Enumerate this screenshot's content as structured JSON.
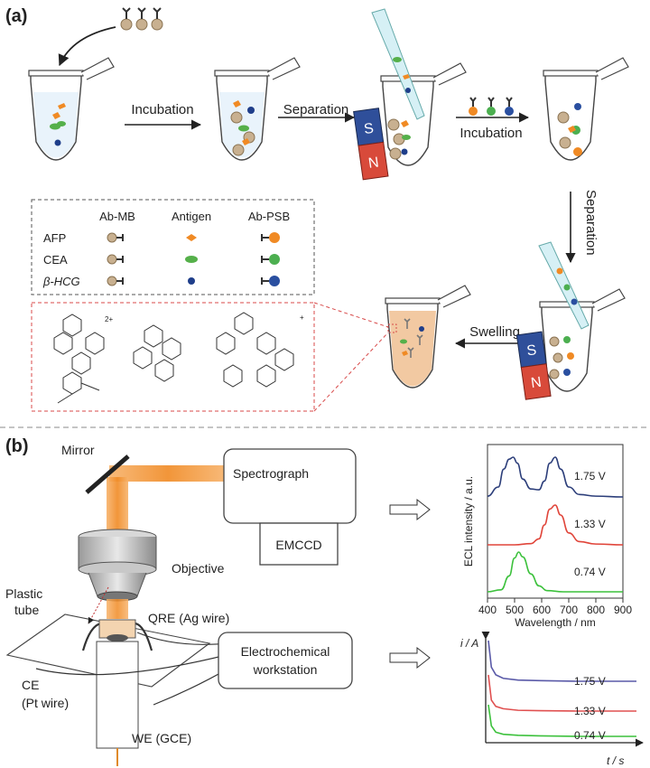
{
  "panel_a": {
    "label": "(a)",
    "steps": [
      "Incubation",
      "Separation",
      "Incubation",
      "Separation",
      "Swelling"
    ],
    "legend": {
      "col_headers": [
        "Ab-MB",
        "Antigen",
        "Ab-PSB"
      ],
      "rows": [
        "AFP",
        "CEA",
        "β-HCG"
      ],
      "antigen_colors": [
        "#f08a24",
        "#55b04a",
        "#1f3e8a"
      ],
      "psb_colors": [
        "#f08a24",
        "#4caf50",
        "#2a4fa0"
      ]
    },
    "magnet": {
      "s": "S",
      "n": "N"
    },
    "complex_charges": [
      "2+",
      "+"
    ]
  },
  "panel_b": {
    "label": "(b)",
    "labels": {
      "mirror": "Mirror",
      "spectrograph": "Spectrograph",
      "emccd": "EMCCD",
      "objective": "Objective",
      "plastic_tube": [
        "Plastic",
        "tube"
      ],
      "qre": "QRE (Ag wire)",
      "ce": [
        "CE",
        "(Pt wire)"
      ],
      "we": "WE (GCE)",
      "workstation": [
        "Electrochemical",
        "workstation"
      ]
    },
    "potentials": [
      "1.75 V",
      "1.33 V",
      "0.74 V"
    ],
    "current_axis": {
      "ylabel": "i / A",
      "xlabel": "t / s"
    }
  },
  "chart_data": [
    {
      "type": "line",
      "xlabel": "Wavelength / nm",
      "ylabel": "ECL intensity / a.u.",
      "xlim": [
        400,
        900
      ],
      "xticks": [
        "400",
        "500",
        "600",
        "700",
        "800",
        "900"
      ],
      "series": [
        {
          "name": "1.75 V",
          "color": "#2c3e7a",
          "x": [
            400,
            440,
            460,
            480,
            495,
            510,
            530,
            560,
            590,
            610,
            630,
            650,
            670,
            700,
            740,
            800,
            900
          ],
          "y": [
            0.02,
            0.25,
            0.7,
            0.95,
            1.0,
            0.85,
            0.45,
            0.2,
            0.18,
            0.4,
            0.85,
            1.0,
            0.7,
            0.25,
            0.06,
            0.02,
            0.0
          ]
        },
        {
          "name": "1.33 V",
          "color": "#e0453a",
          "x": [
            400,
            500,
            560,
            590,
            610,
            630,
            650,
            670,
            700,
            740,
            800,
            900
          ],
          "y": [
            0.0,
            0.0,
            0.03,
            0.15,
            0.5,
            0.9,
            1.0,
            0.75,
            0.3,
            0.08,
            0.02,
            0.0
          ]
        },
        {
          "name": "0.74 V",
          "color": "#3cc13c",
          "x": [
            400,
            450,
            480,
            500,
            515,
            530,
            560,
            590,
            620,
            680,
            900
          ],
          "y": [
            0.0,
            0.05,
            0.4,
            0.85,
            1.0,
            0.88,
            0.45,
            0.15,
            0.03,
            0.0,
            0.0
          ]
        }
      ]
    },
    {
      "type": "line",
      "xlabel": "t / s",
      "ylabel": "i / A",
      "series": [
        {
          "name": "1.75 V",
          "color": "#5a5aa8",
          "t": [
            0,
            0.02,
            0.05,
            0.1,
            0.2,
            0.35,
            0.6,
            1.0
          ],
          "i": [
            1.0,
            0.55,
            0.42,
            0.36,
            0.33,
            0.32,
            0.31,
            0.31
          ]
        },
        {
          "name": "1.33 V",
          "color": "#e05050",
          "t": [
            0,
            0.02,
            0.05,
            0.1,
            0.2,
            0.35,
            0.6,
            1.0
          ],
          "i": [
            0.62,
            0.3,
            0.22,
            0.19,
            0.17,
            0.165,
            0.16,
            0.16
          ]
        },
        {
          "name": "0.74 V",
          "color": "#3cc13c",
          "t": [
            0,
            0.02,
            0.05,
            0.1,
            0.2,
            0.35,
            0.6,
            1.0
          ],
          "i": [
            0.32,
            0.12,
            0.06,
            0.04,
            0.03,
            0.025,
            0.02,
            0.02
          ]
        }
      ]
    }
  ]
}
